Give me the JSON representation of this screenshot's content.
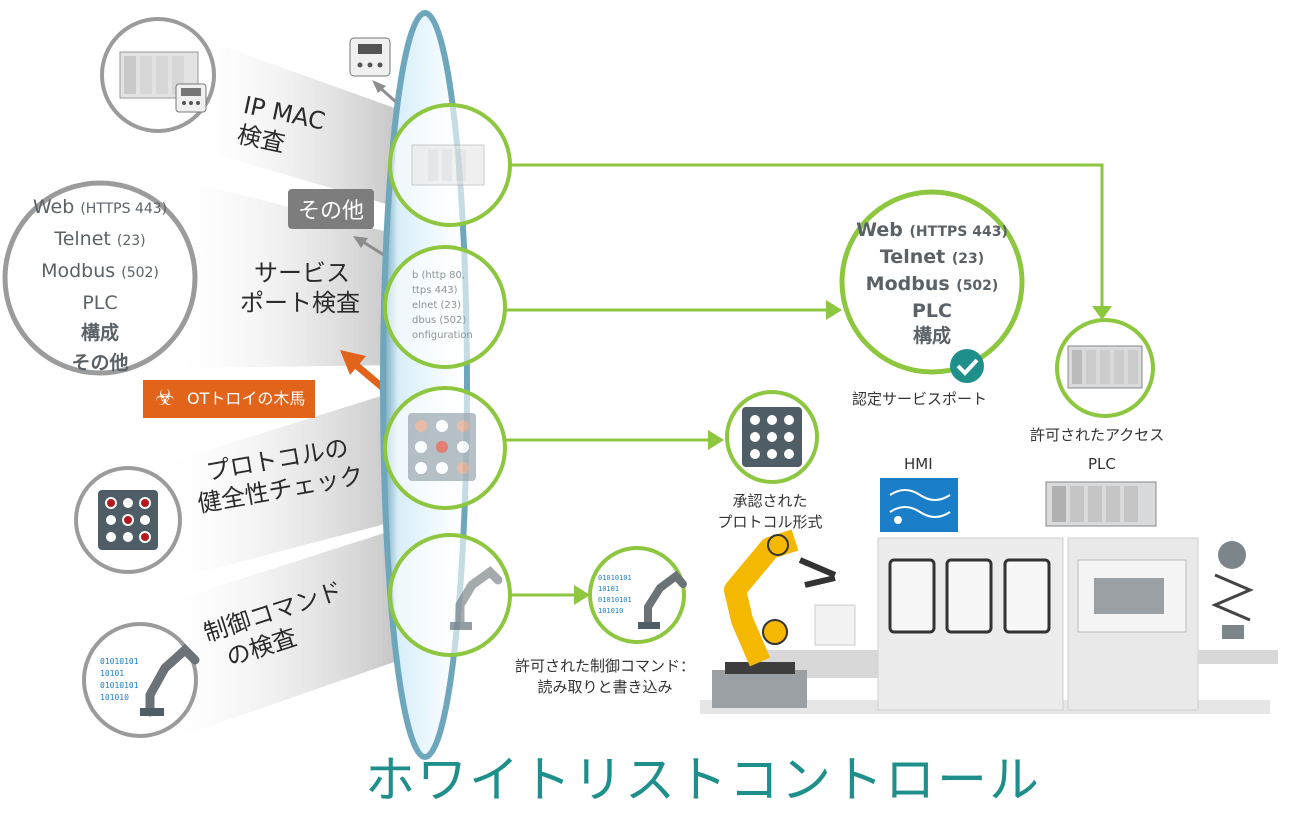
{
  "left_categories": {
    "ip_mac": [
      "IP MAC",
      "検査"
    ],
    "service_port": [
      "サービス",
      "ポート検査"
    ],
    "protocol": [
      "プロトコルの",
      "健全性チェック"
    ],
    "command": [
      "制御コマンド",
      "の検査"
    ]
  },
  "left_ring_list": {
    "web": "Web",
    "web_port": "(HTTPS 443)",
    "telnet": "Telnet",
    "telnet_port": "(23)",
    "modbus": "Modbus",
    "modbus_port": "(502)",
    "plc": "PLC",
    "config": "構成",
    "other": "その他"
  },
  "other_badge": "その他",
  "ot_trojan": "OTトロイの木馬",
  "lens_partial": [
    "b (http 80,",
    "ttps 443)",
    "elnet (23)",
    "dbus (502)",
    "onfiguration"
  ],
  "binary_left": [
    "01010101",
    "10101",
    "01010101",
    "101010"
  ],
  "binary_small": [
    "01010101",
    "10101",
    "01010101",
    "101010"
  ],
  "approved_ring": {
    "web": "Web",
    "web_port": "(HTTPS 443)",
    "telnet": "Telnet",
    "telnet_port": "(23)",
    "modbus": "Modbus",
    "modbus_port": "(502)",
    "plc": "PLC",
    "config": "構成"
  },
  "captions": {
    "certified_port": "認定サービスポート",
    "allowed_access": "許可されたアクセス",
    "approved_protocol": [
      "承認された",
      "プロトコル形式"
    ],
    "allowed_command": [
      "許可された制御コマンド：",
      "読み取りと書き込み"
    ],
    "hmi": "HMI",
    "plc": "PLC"
  },
  "title": "ホワイトリストコントロール",
  "colors": {
    "green": "#8dc63f",
    "orange": "#e2631a",
    "teal": "#1f8f8b",
    "dark_red": "#b3191e",
    "robot": "#f5b800"
  }
}
